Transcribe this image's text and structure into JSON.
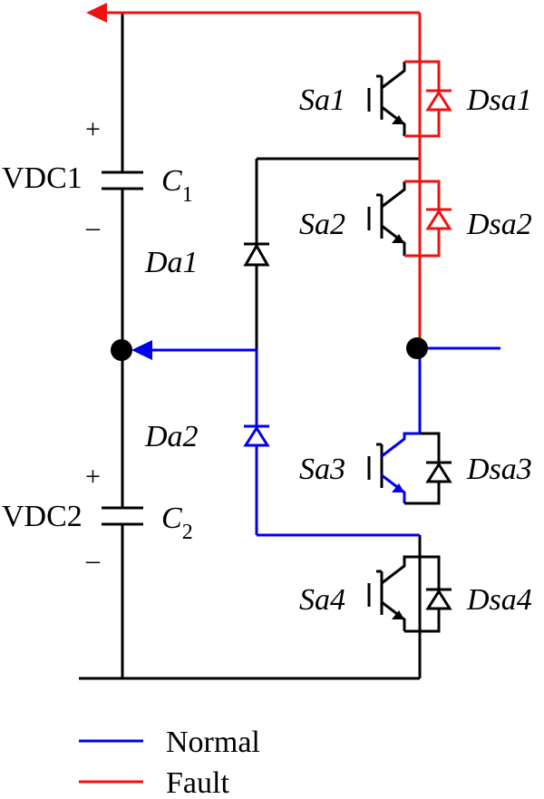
{
  "colors": {
    "normal": "#0000ee",
    "fault": "#ee1111",
    "wire": "#000000"
  },
  "capacitors": [
    {
      "source": "VDC1",
      "name": "C",
      "sub": "1",
      "plus": "+",
      "minus": "–"
    },
    {
      "source": "VDC2",
      "name": "C",
      "sub": "2",
      "plus": "+",
      "minus": "–"
    }
  ],
  "clamp_diodes": [
    "Da1",
    "Da2"
  ],
  "switches": [
    {
      "switch": "Sa1",
      "diode": "Dsa1"
    },
    {
      "switch": "Sa2",
      "diode": "Dsa2"
    },
    {
      "switch": "Sa3",
      "diode": "Dsa3"
    },
    {
      "switch": "Sa4",
      "diode": "Dsa4"
    }
  ],
  "legend": [
    {
      "label": "Normal",
      "color": "#0000ee"
    },
    {
      "label": "Fault",
      "color": "#ee1111"
    }
  ]
}
